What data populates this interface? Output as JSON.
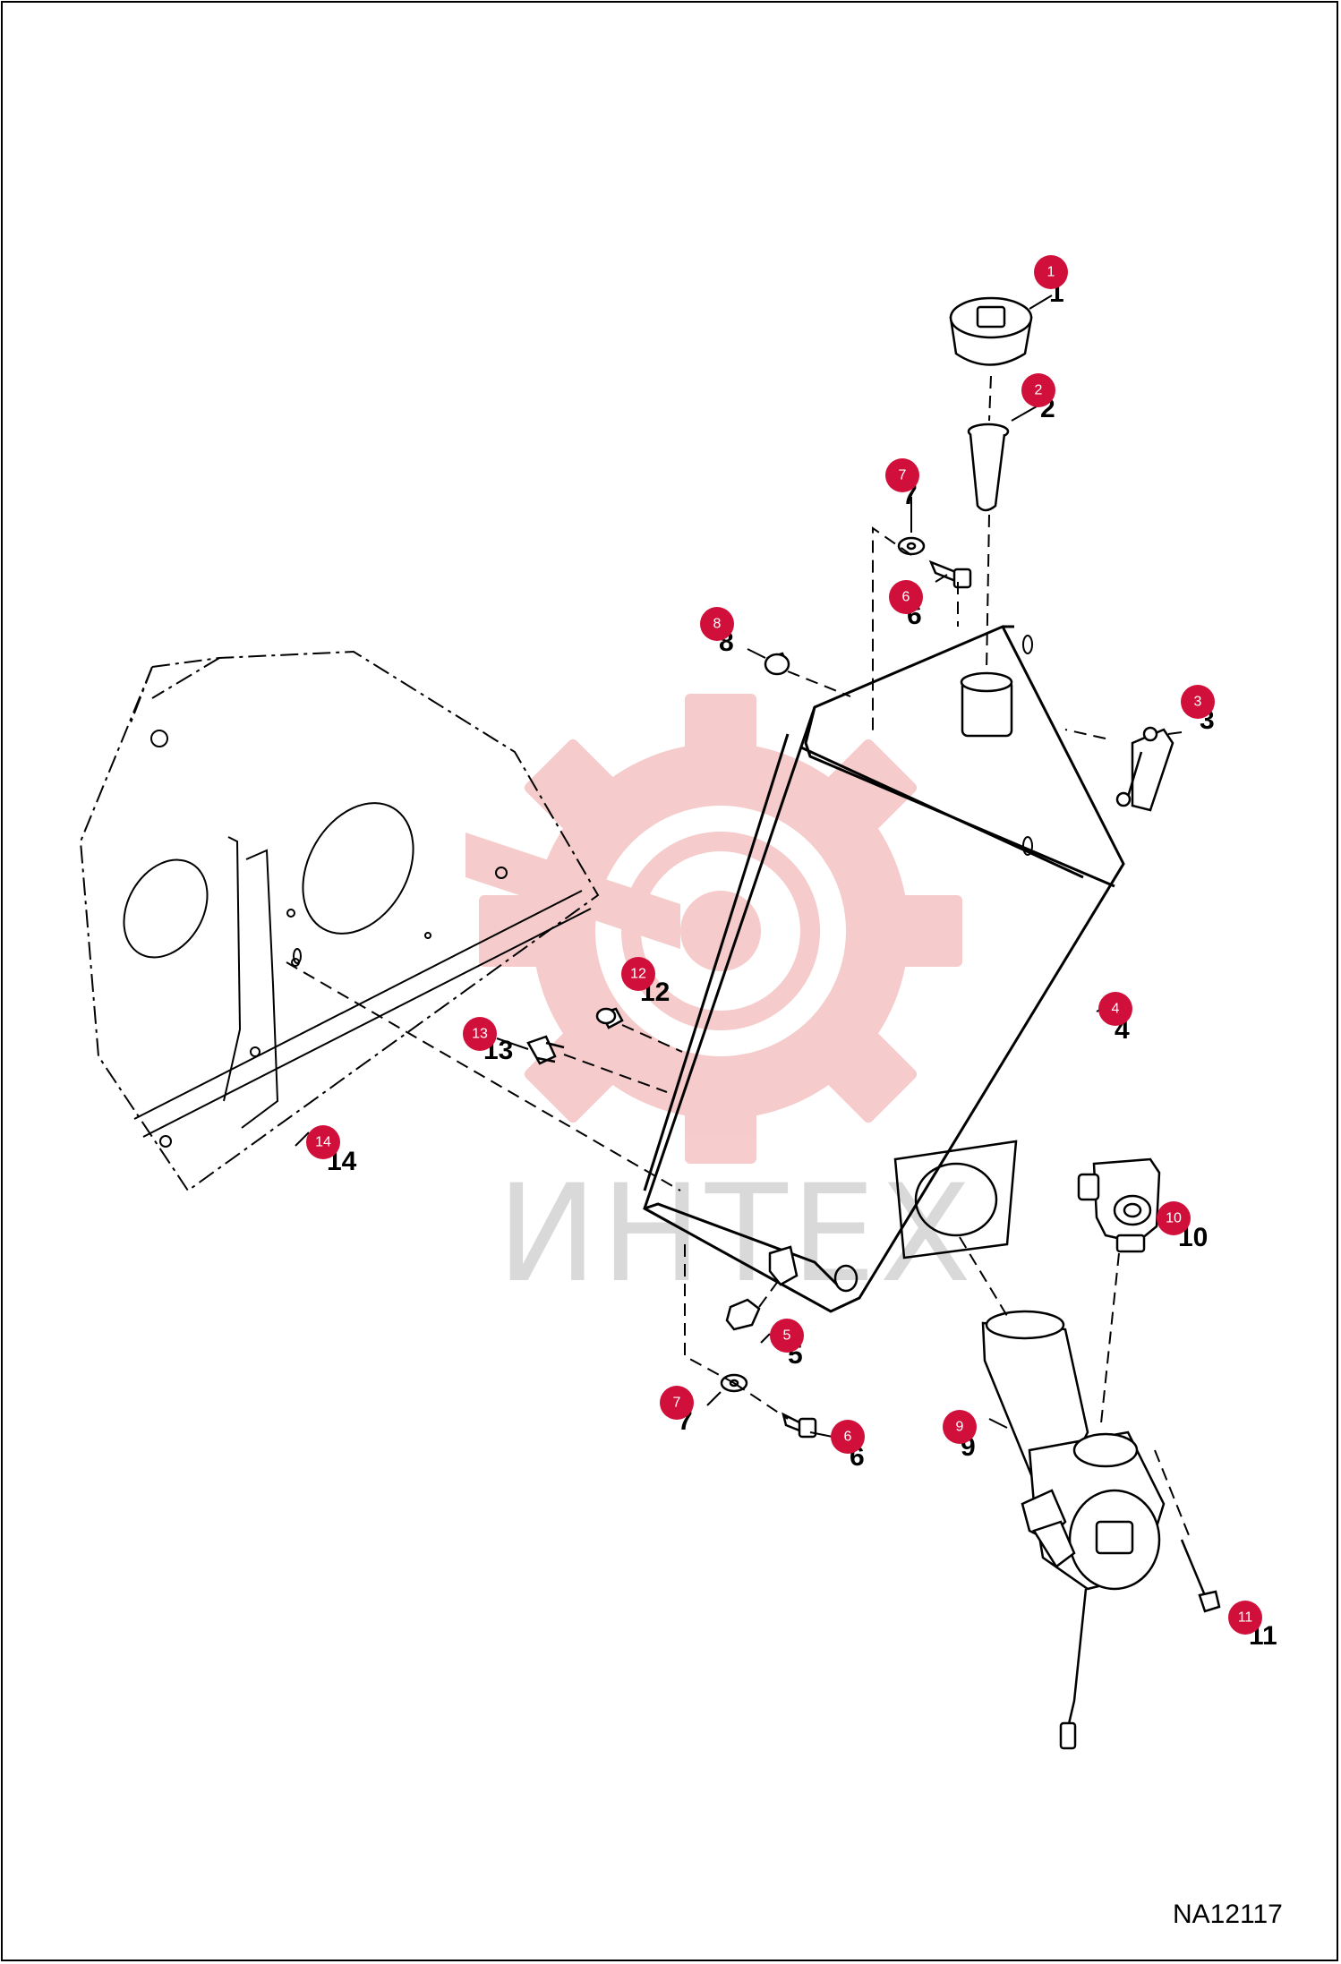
{
  "drawing_id": "NA12117",
  "watermark": {
    "text": "ИНТЕХ",
    "color": "#d9d9d9",
    "gear_color": "#f5c6c6"
  },
  "badge_color": "#d0103a",
  "callouts": [
    {
      "badge": "1",
      "number": "1"
    },
    {
      "badge": "2",
      "number": "2"
    },
    {
      "badge": "3",
      "number": "3"
    },
    {
      "badge": "4",
      "number": "4"
    },
    {
      "badge": "5",
      "number": "5"
    },
    {
      "badge": "6",
      "number": "6"
    },
    {
      "badge": "6",
      "number": "6"
    },
    {
      "badge": "7",
      "number": "7"
    },
    {
      "badge": "7",
      "number": "7"
    },
    {
      "badge": "8",
      "number": "8"
    },
    {
      "badge": "9",
      "number": "9"
    },
    {
      "badge": "10",
      "number": "10"
    },
    {
      "badge": "11",
      "number": "11"
    },
    {
      "badge": "12",
      "number": "12"
    },
    {
      "badge": "13",
      "number": "13"
    },
    {
      "badge": "14",
      "number": "14"
    }
  ]
}
